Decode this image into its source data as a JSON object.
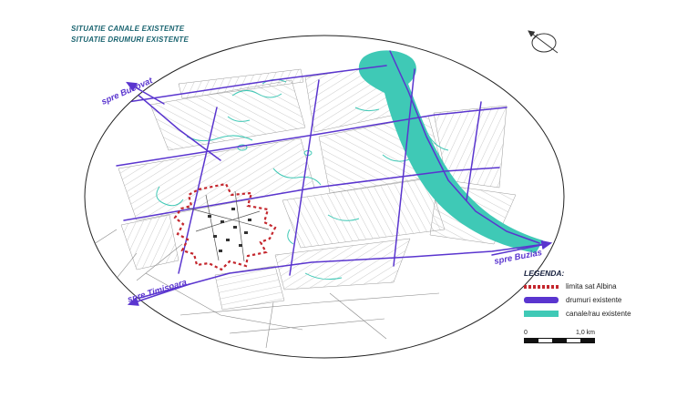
{
  "title": {
    "line1": "SITUATIE CANALE EXISTENTE",
    "line2": "SITUATIE DRUMURI EXISTENTE"
  },
  "directions": {
    "bucovat": "spre Bucovat",
    "buzias": "spre Buzias",
    "timisoara": "spre Timisoara"
  },
  "legend": {
    "heading": "LEGENDA:",
    "items": [
      {
        "label": "limita sat Albina",
        "symbol": "red-dashed-line"
      },
      {
        "label": "drumuri existente",
        "symbol": "purple-road-bar"
      },
      {
        "label": "canale/rau existente",
        "symbol": "teal-canal-bar"
      }
    ]
  },
  "scale_bar": {
    "start_label": "0",
    "end_label": "1,0 km"
  },
  "compass": {
    "icon": "north-arrow-compass"
  },
  "colors": {
    "title": "#1a6470",
    "roads": "#5a35cf",
    "canals": "#3fc9b6",
    "boundary": "#c4272e",
    "parcels": "#a8a8a8",
    "outline": "#222222"
  }
}
